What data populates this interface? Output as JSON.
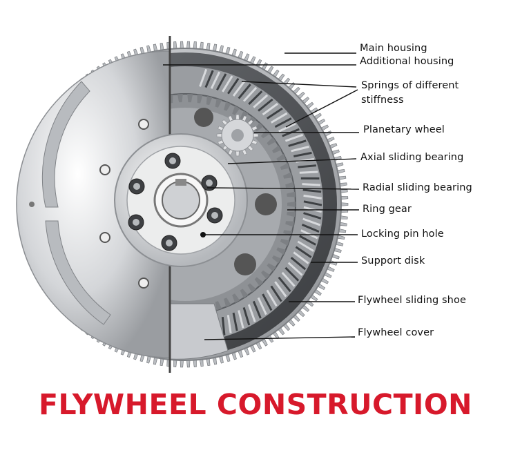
{
  "title": {
    "text": "FLYWHEEL CONSTRUCTION",
    "color": "#d7192b"
  },
  "labels": {
    "main_housing": "Main housing",
    "additional_housing": "Additional housing",
    "springs_line1": "Springs of different",
    "springs_line2": "stiffness",
    "planetary_wheel": "Planetary wheel",
    "axial_sliding_bearing": "Axial sliding bearing",
    "radial_sliding_bearing": "Radial sliding bearing",
    "ring_gear": "Ring gear",
    "locking_pin_hole": "Locking pin hole",
    "support_disk": "Support disk",
    "flywheel_sliding_shoe": "Flywheel sliding shoe",
    "flywheel_cover": "Flywheel cover"
  },
  "colors": {
    "steel_light": "#d9dadc",
    "steel_mid": "#9fa2a6",
    "steel_dark": "#55585c",
    "leader_line": "#111111"
  }
}
